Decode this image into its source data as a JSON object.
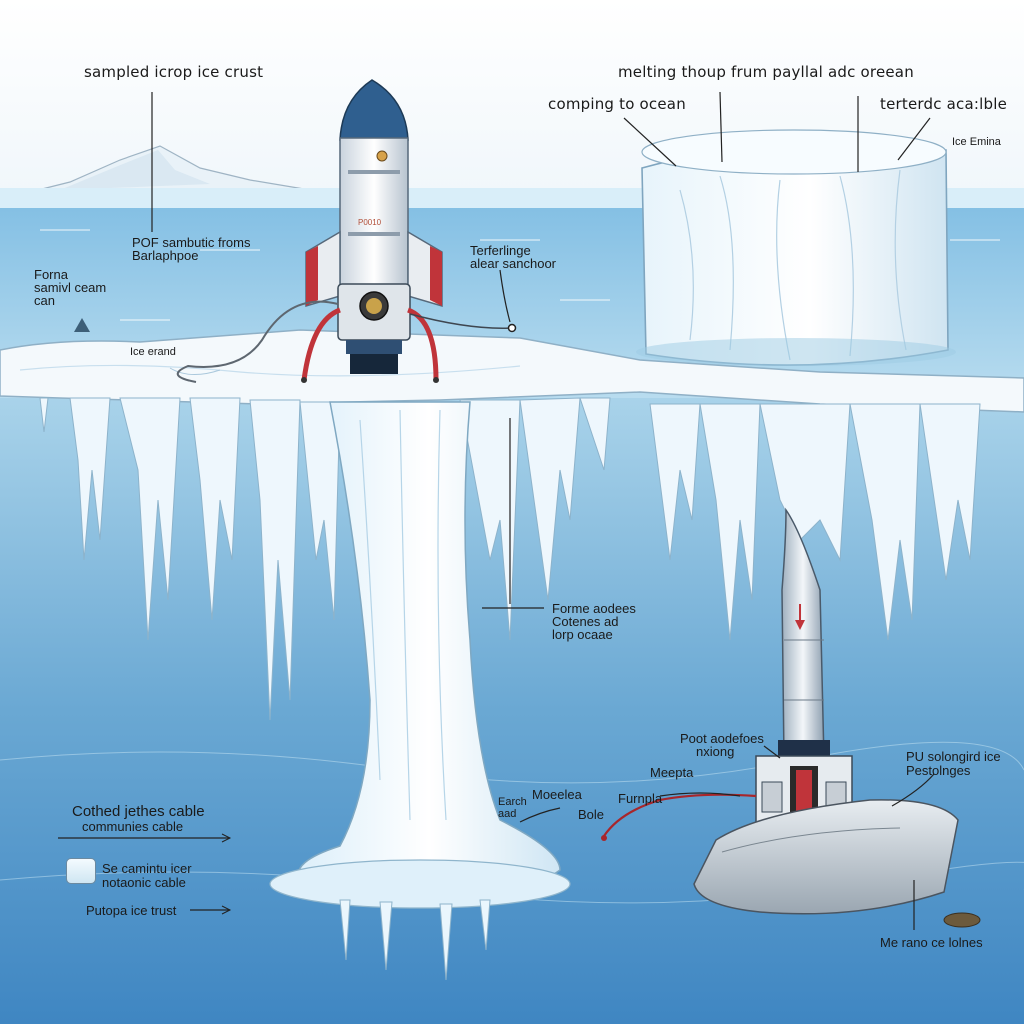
{
  "labels": {
    "sampled_crust": "sampled icrop ice crust",
    "melting_payload": "melting thoup frum payllal adc oreean",
    "comping_ocean": "comping to ocean",
    "terterdc": "terterdc aca:lble",
    "ice_emina": "Ice Emina",
    "pof_line1": "POF sambutic froms",
    "pof_line2": "Barlaphpoe",
    "forna_line1": "Forna",
    "forna_line2": "samivl ceam",
    "forna_line3": "can",
    "tethering_line1": "Terferlinge",
    "tethering_line2": "alear sanchoor",
    "ice_erand": "Ice erand",
    "forme_line1": "Forme aodees",
    "forme_line2": "Cotenes ad",
    "forme_line3": "lorp ocaae",
    "post_line1": "Poot aodefoes",
    "post_line2": "nxiong",
    "meepta": "Meepta",
    "furnpla": "Furnpla",
    "moeelea": "Moeelea",
    "bole": "Bole",
    "earch_line1": "Earch",
    "earch_line2": "aad",
    "pu_line1": "PU solongird ice",
    "pu_line2": "Pestolnges",
    "cothed_line1": "Cothed jethes cable",
    "cothed_line2": "communies cable",
    "se_line1": "Se camintu icer",
    "se_line2": "notaonic cable",
    "putopa": "Putopa ice trust",
    "me_rano": "Me rano ce lolnes",
    "rocket_tag": "P0010"
  },
  "colors": {
    "ocean_top": "#d8eef8",
    "ocean_deep": "#3f86c2",
    "ice_white": "#f5fbff",
    "ice_shadow": "#b7d7ea",
    "rocket_blue": "#2f5f8f",
    "rocket_red": "#c0343a",
    "cable": "#6b6b6b"
  },
  "icons": {
    "fin_shape": "shark-fin-icon",
    "ice_cube": "ice-cube-icon"
  }
}
